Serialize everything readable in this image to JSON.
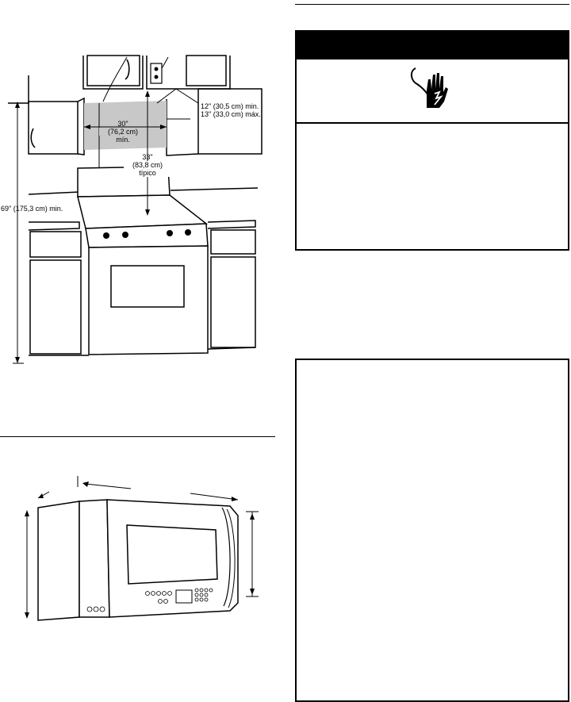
{
  "installation_figure": {
    "height_from_floor": "69\" (175,3 cm) min.",
    "cabinet_depth_min": "12\" (30,5 cm) min.",
    "cabinet_depth_max": "13\" (33,0 cm) máx.",
    "width_line1": "30\"",
    "width_line2": "(76,2 cm)",
    "width_line3": "mín.",
    "range_height_line1": "33\"",
    "range_height_line2": "(83,8 cm)",
    "range_height_line3": "típico"
  },
  "warning_box": {
    "icon": "electrical-shock-hand-icon"
  },
  "colors": {
    "shaded_area": "#c8c8c8",
    "ink": "#000000"
  }
}
